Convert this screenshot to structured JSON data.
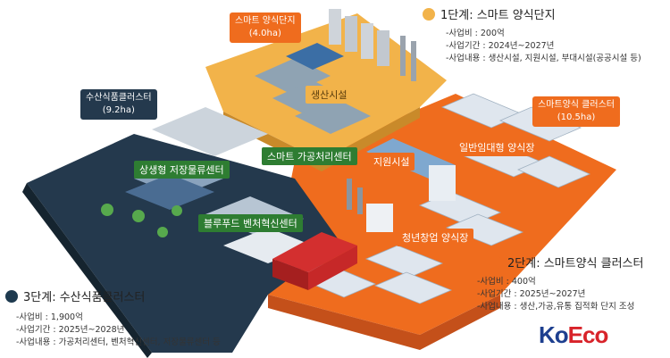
{
  "phase1": {
    "title": "1단계: 스마트 양식단지",
    "lines": [
      "-사업비 : 200억",
      "-사업기간 :   2024년~2027년",
      "-사업내용 : 생산시설, 지원시설, 부대시설(공공시설 등)"
    ],
    "color": "#f2b34a"
  },
  "phase2": {
    "title": "2단계:  스마트양식  클러스터",
    "lines": [
      "-사업비 : 400억",
      "-사업기간 :   2025년~2027년",
      "-사업내용 :  생산,가공,유통 집적화 단지 조성"
    ],
    "color": "#ef6c1e"
  },
  "phase3": {
    "title": "3단계:  수산식품클러스터",
    "lines": [
      "-사업비 :  1,900억",
      "-사업기간 :  2025년~2028년",
      "-사업내용 : 가공처리센터, 벤처혁신센터, 저장물류센터 등"
    ],
    "color": "#1e3a4f"
  },
  "callouts": {
    "smart_complex": {
      "name": "스마트  양식단지",
      "area": "(4.0ha)"
    },
    "seafood_cluster": {
      "name": "수산식품클러스터",
      "area": "(9.2ha)"
    },
    "smart_cluster": {
      "name": "스마트양식  클러스터",
      "area": "(10.5ha)"
    }
  },
  "labels": {
    "production": "생산시설",
    "general_farm": "일반임대형 양식장",
    "support": "지원시설",
    "processing": "스마트 가공처리센터",
    "storage": "상생형 저장물류센터",
    "bluefood": "블루푸드 벤처혁신센터",
    "youth_farm": "청년창업 양식장"
  },
  "logo": {
    "text_ko": "Ko",
    "text_eco": "Eco"
  }
}
